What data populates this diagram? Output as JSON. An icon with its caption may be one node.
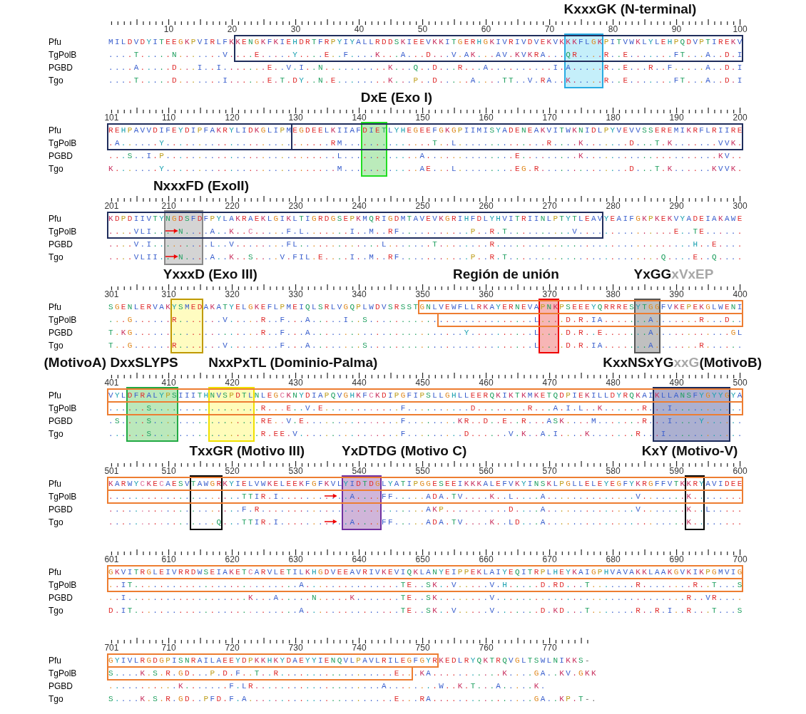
{
  "diagram": {
    "nodes": [
      {
        "text": [
          "KxxxGK (N-terminal)"
        ]
      },
      {
        "text": [
          "DxE (Exo I)"
        ]
      },
      {
        "text": [
          "NxxxFD (ExoII)"
        ]
      },
      {
        "text": [
          "YxxxD (Exo III)"
        ]
      },
      {
        "text": [
          "Región de unión"
        ]
      },
      {
        "text": [
          "YxGG",
          "xVxEP"
        ]
      },
      {
        "text": [
          "(MotivoA) DxxSLYPS"
        ]
      },
      {
        "text": [
          "NxxPxTL (Dominio-Palma)"
        ]
      },
      {
        "text": [
          "KxxNSxYG",
          "xxG",
          "(MotivoB)"
        ]
      },
      {
        "text": [
          "TxxGR (Motivo III)"
        ]
      },
      {
        "text": [
          "YxDTDG (Motivo C)"
        ]
      },
      {
        "text": [
          "KxY (Motivo-V)"
        ]
      },
      {
        "text": [],
        "shape": "box"
      },
      {
        "text": [],
        "shape": "box"
      },
      {
        "text": [],
        "shape": "box"
      },
      {
        "text": [],
        "shape": "box"
      },
      {
        "text": [],
        "shape": "box"
      },
      {
        "text": [],
        "shape": "box"
      },
      {
        "text": [],
        "shape": "box"
      },
      {
        "text": [],
        "shape": "box"
      },
      {
        "text": [],
        "shape": "box"
      },
      {
        "text": [],
        "shape": "box"
      },
      {
        "text": [],
        "shape": "box"
      },
      {
        "text": [],
        "shape": "box"
      },
      {
        "text": [],
        "shape": "box"
      },
      {
        "text": [],
        "shape": "box"
      }
    ],
    "labels": [
      "10",
      "20",
      "30",
      "40",
      "50",
      "60",
      "70",
      "80",
      "90",
      "100",
      "Pfu",
      "MILDVDYITEEGKPVIRLFKKENGKFKIEHDRTFRPYIYALLRDDSKIEEVKKITGERHGKIVRIVDVEKVKKKFLGKPITVWKLYLEHPQDVPTIREKV",
      "TgPolB",
      "....T.....N.......V....E.....Y....E..F....K...A...D...V.AK...AV.KVKRA...QR....R..E.......FT...A..D.I",
      "PGBD",
      "....A.....D...I..I.......E..V.I..N..........K...Q..D...R...A..........I.A.....R..E...R..F.....A..D.I",
      "Tgo",
      "....T.....D.......I......E.T.DY..N.E........K...P..D.....A....TT..V.RA..K.....R..E.......FT...A..D.I",
      "101",
      "110",
      "120",
      "130",
      "140",
      "150",
      "160",
      "170",
      "180",
      "190",
      "200",
      "Pfu",
      "REHPAVVDIFEYDIPFAKRYLIDKGLIPMEGDEELKIIAFDIETLYHEGEEFGKGPIIMISYADENEAKVITWKNIDLPYVEVVSSEREMIKRFLRIIRE",
      "TgPolB",
      ".A......Y..........................RM..............T..L..............R....K.......D...T.K.......VVK.",
      "PGBD",
      "...S..I.P...........................L............A..............E.........K.....................KV..",
      "Tgo",
      "K.......Y...........................M............AE...L.........EG.R..............D...T.K......KVVK.",
      "201",
      "210",
      "220",
      "230",
      "240",
      "250",
      "260",
      "270",
      "280",
      "290",
      "300",
      "Pfu",
      "KDPDIIVTYNGDSFDFPYLAKRAEKLGIKLTIGRDGSEPKMQRIGDMTAVEVKGRIHFDLYHVITRIINLPTYTLEAVYEAIFGKPKEKVYADEIAKAWE",
      "TgPolB",
      "....VLI....N....A..K..C.....F.L.......I..M..RF...........P..R.T..........V...............E..TE......",
      "PGBD",
      "....V.I.........L..V........FL.............L.......T........R...............................H..E....",
      "Tgo",
      "....VLII...N....A..K..S....V.FIL.E....I..M..RF...........P..R.T........................Q....E..Q....",
      "301",
      "310",
      "320",
      "330",
      "340",
      "350",
      "360",
      "370",
      "380",
      "390",
      "400",
      "Pfu",
      "SGENLERVAKYSMEDAKATYELGKEFLPMEIQLSRLVGQPLWDVSRSSTGNLVEWFLLRKAYERNEVAPNKPSEEEYQRRRESYTGGFVKEPEKGLWENI",
      "TgPolB",
      "...G......R.......V.....R..F...A.....I..S..........................L....D.R.IA.......A.......R...D..",
      "PGBD",
      "T.KG....................R..F...A........................Y..........L....D.R..E.......A............GL",
      "Tgo",
      "T..G......R.......V........F...A........S..........................L....D.R.IA.......A.......R......",
      "401",
      "410",
      "420",
      "430",
      "440",
      "450",
      "460",
      "470",
      "480",
      "490",
      "500",
      "Pfu",
      "VYLDFRALYPSIIITHNVSPDTLNLEGCKNYDIAPQVGHKFCKDIPGFIPSLLGHLLEERQKIKTKMKETQDPIEKILLDYRQKAIKLLANSFYGYYGYA",
      "TgPolB",
      "......S.................R...E..V.E............F..........D........R...A.I.L..K......R...I...........",
      "PGBD",
      ".S....S.................RE..V.E...............F........KR..D..E..R...ASK....M.......R...I....Y......",
      "Tgo",
      "......S.................R.EE.V................F.........D......V.K..A.I....K.......R...I............",
      "501",
      "510",
      "520",
      "530",
      "540",
      "550",
      "560",
      "570",
      "580",
      "590",
      "600",
      "Pfu",
      "KARWYCKECAESVTAWGRKYIELVWKELEEKFGFKVLYIDTDGLYATIPGGESEEIKKKALEFVKYINSKLPGLLELEYEGFYKRGFFVTKKRYAVIDEE",
      "TgPolB",
      ".....................TTIR.I...........A....FF.....ADA.TV....K..L....A..............V.......K........",
      "PGBD",
      ".....................F.R..........................AKP..........D....A..............V.......K..L.....",
      "Tgo",
      ".................Q...TTIR.I...........A....FF.....ADA.TV....K..LD...A......................K........",
      "601",
      "610",
      "620",
      "630",
      "640",
      "650",
      "660",
      "670",
      "680",
      "690",
      "700",
      "Pfu",
      "GKVITRGLEIVRRDWSEIAKETCARVLETILKHGDVEEAVRIVKEVIQKLANYEIPPEKLAIYEQITRPLHEYKAIGPHVAVAKKLAAKGVKIKPGMVIG",
      "TgPolB",
      "..IT..........................A...............TE..SK..V.....V.H.....D.RD...T.......R........R..T...S",
      "PGBD",
      "..I...................K...A.....N.....K.......TE..SK........V..............................R..VR....",
      "Tgo",
      "D.IT..........................A...............TE..SK..V.....V.......D.KD...T.......R..R.I..R...T...S",
      "701",
      "710",
      "720",
      "730",
      "740",
      "750",
      "760",
      "770",
      "Pfu",
      "GYIVLRGDGPISNRAILAEEYDPKKHKYDAEYYIENQVLPAVLRILEGFGYRKEDLRYQKTRQVGLTSWLNIKKS-",
      "TgPolB",
      "S....K.S.R.GD...P.D.F..T..R..................E...KA...........K....GA..KV.GKK",
      "PGBD",
      "...........K.......F.LR....................A........W..K.T...A.....K.",
      "Tgo",
      "S....K.S.R.GD..PFD.F.A.......................E...RA................GA..KP.T-."
    ]
  }
}
